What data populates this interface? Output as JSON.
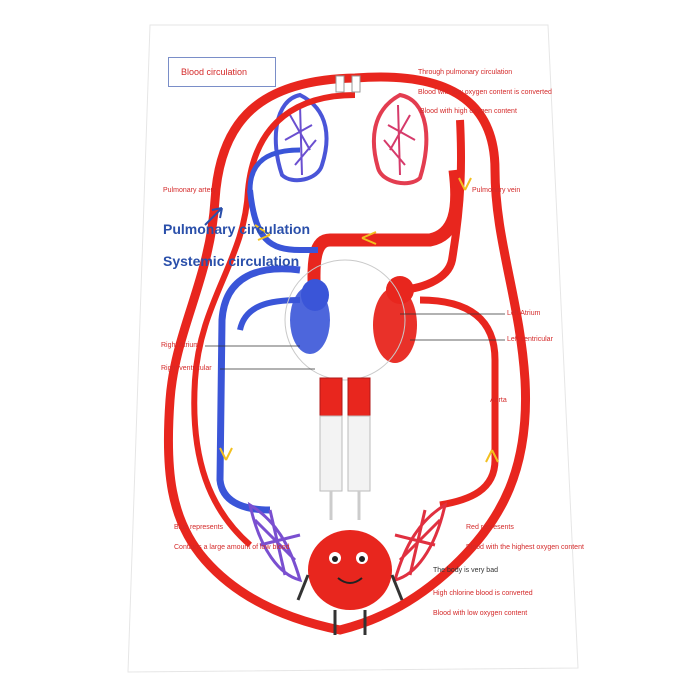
{
  "title": "Blood circulation",
  "big_labels": {
    "pulmonary_circulation": "Pulmonary circulation",
    "systemic_circulation": "Systemic circulation"
  },
  "labels": {
    "through_pulmonary": "Through pulmonary circulation",
    "low_oxygen_converted": "Blood with low oxygen content is converted",
    "high_oxygen": "Blood with high oxygen content",
    "pulmonary_artery": "Pulmonary artery",
    "pulmonary_vein": "Pulmonary vein",
    "left_atrium": "Left Atrium",
    "left_ventricular": "Left ventricular",
    "right_atrium": "Right Atrium",
    "right_ventricular": "Right ventricular",
    "aorta": "Aorta",
    "blue_represents": "Blue represents",
    "contains_low_blood": "Contains a large amount of low blood",
    "red_represents": "Red represents",
    "highest_oxygen": "Blood with the highest oxygen content",
    "body_is_very_bad": "The body is very bad",
    "high_blood_converted": "High chlorine blood is converted",
    "low_oxygen_content": "Blood with low oxygen content"
  },
  "colors": {
    "artery_red": "#e8261e",
    "vein_blue": "#3a55d8",
    "label_red": "#d42a2a",
    "label_blue": "#2a4faa"
  }
}
